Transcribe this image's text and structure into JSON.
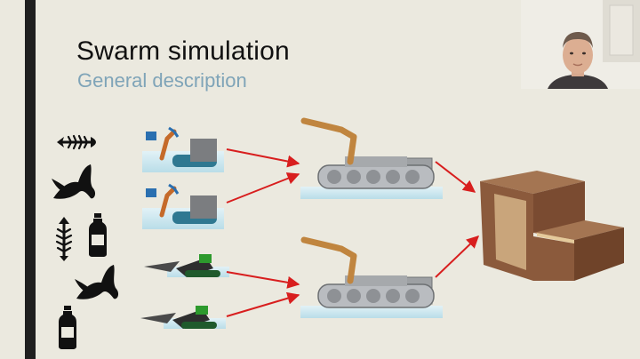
{
  "slide": {
    "title": "Swarm simulation",
    "subtitle": "General description"
  },
  "colors": {
    "background": "#ebe9df",
    "left_bar": "#1f1f1f",
    "title": "#111111",
    "subtitle": "#7fa4b8",
    "arrow": "#d81e1e",
    "container": "#8b5a3c",
    "robot_arm": "#c0853f",
    "track_body": "#b9bcc0"
  },
  "waste_items": [
    {
      "name": "fish-skeleton-icon"
    },
    {
      "name": "banana-peel-icon"
    },
    {
      "name": "fish-skeleton-icon"
    },
    {
      "name": "plastic-bottle-icon"
    },
    {
      "name": "banana-peel-icon"
    },
    {
      "name": "plastic-bottle-icon"
    }
  ],
  "robots": [
    {
      "name": "arm-robot-1"
    },
    {
      "name": "arm-robot-2"
    },
    {
      "name": "scoop-robot-1"
    },
    {
      "name": "scoop-robot-2"
    },
    {
      "name": "tracked-carrier-1"
    },
    {
      "name": "tracked-carrier-2"
    }
  ],
  "webcam": {
    "name": "presenter-webcam"
  }
}
